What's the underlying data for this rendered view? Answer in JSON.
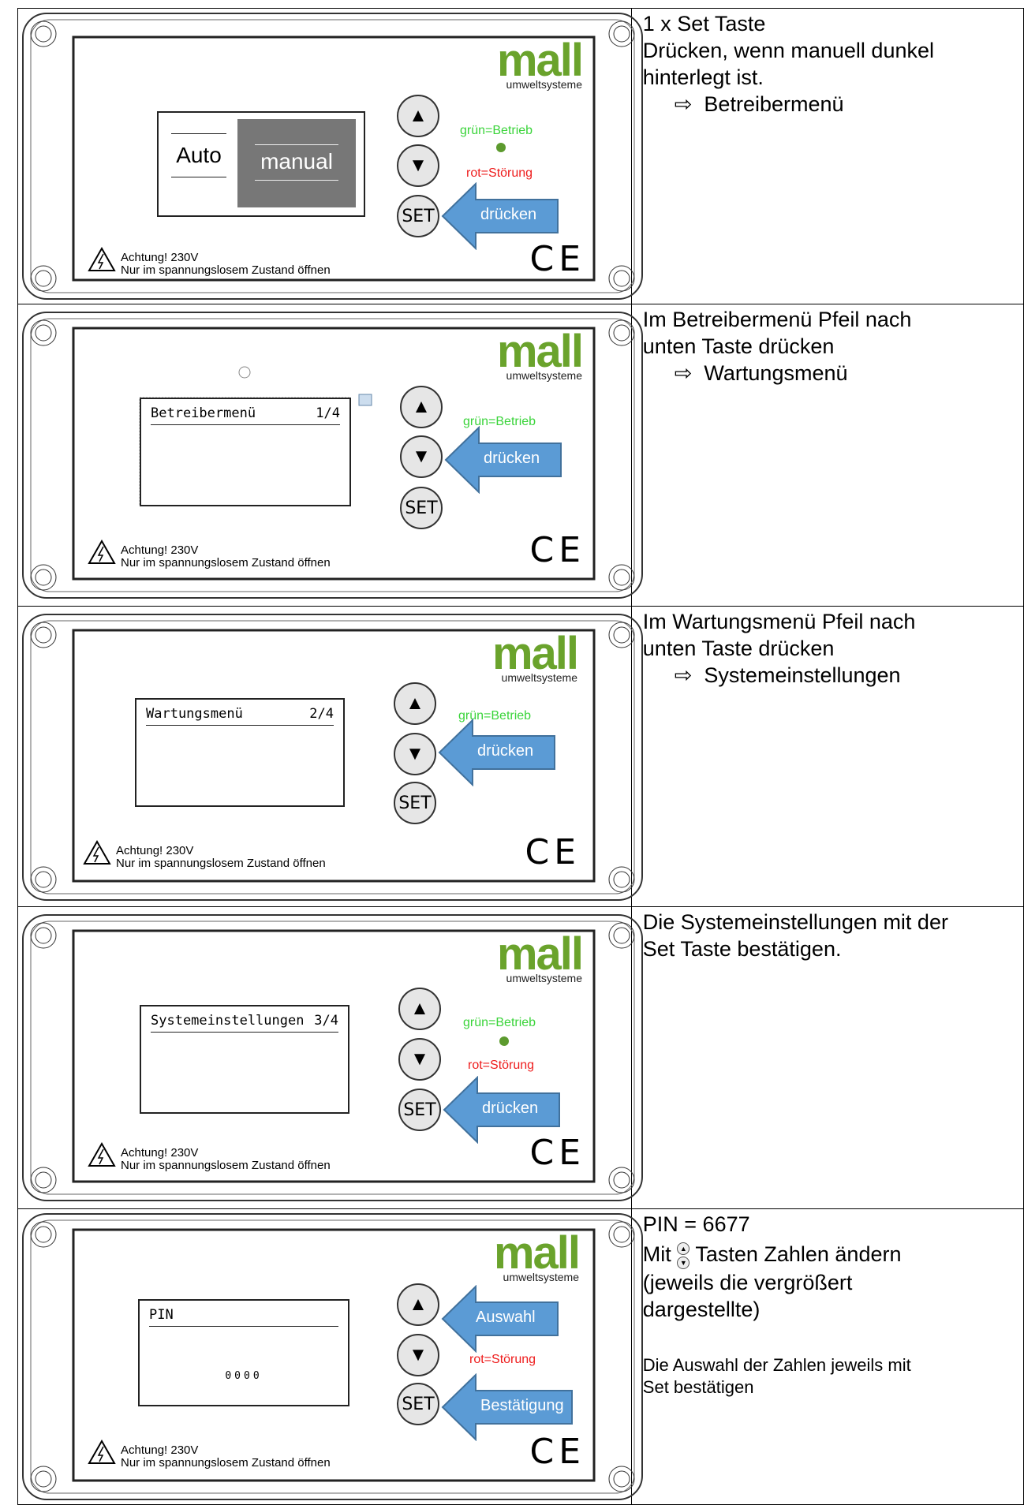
{
  "device": {
    "brand": "mall",
    "brand_sub": "umweltsysteme",
    "led_green_label": "grün=Betrieb",
    "led_red_label": "rot=Störung",
    "set_label": "SET",
    "up_icon": "arrow-up-icon",
    "down_icon": "arrow-down-icon",
    "warning_line1": "Achtung! 230V",
    "warning_line2": "Nur im spannungslosem Zustand öffnen",
    "ce_mark": "CE"
  },
  "steps": [
    {
      "screen": {
        "type": "auto-manual",
        "auto": "Auto",
        "manual": "manual"
      },
      "callout": {
        "label": "drücken",
        "target": "set"
      },
      "text": [
        "1 x Set Taste",
        "Drücken, wenn manuell dunkel",
        "hinterlegt ist."
      ],
      "result": "Betreibermenü"
    },
    {
      "screen": {
        "type": "menu",
        "title": "Betreibermenü",
        "page": "1/4"
      },
      "callout": {
        "label": "drücken",
        "target": "down"
      },
      "text": [
        "Im Betreibermenü Pfeil nach",
        "unten Taste drücken"
      ],
      "result": "Wartungsmenü"
    },
    {
      "screen": {
        "type": "menu",
        "title": "Wartungsmenü",
        "page": "2/4"
      },
      "callout": {
        "label": "drücken",
        "target": "down"
      },
      "text": [
        "Im Wartungsmenü Pfeil nach",
        "unten Taste drücken"
      ],
      "result": "Systemeinstellungen"
    },
    {
      "screen": {
        "type": "menu",
        "title": "Systemeinstellungen",
        "page": "3/4"
      },
      "callout": {
        "label": "drücken",
        "target": "set"
      },
      "text": [
        "Die Systemeinstellungen mit der",
        "Set Taste bestätigen."
      ],
      "result": ""
    },
    {
      "screen": {
        "type": "pin",
        "title": "PIN",
        "value": "0000"
      },
      "callout_up": {
        "label": "Auswahl"
      },
      "callout_set": {
        "label": "Bestätigung"
      },
      "text": [
        "PIN = 6677"
      ],
      "text_mit": "Mit",
      "text_rest": "Tasten Zahlen ändern",
      "text2": [
        "(jeweils die vergrößert",
        "dargestellte)"
      ],
      "note": [
        "Die Auswahl der Zahlen jeweils mit",
        "Set bestätigen"
      ]
    }
  ],
  "result_arrow": "⇨"
}
